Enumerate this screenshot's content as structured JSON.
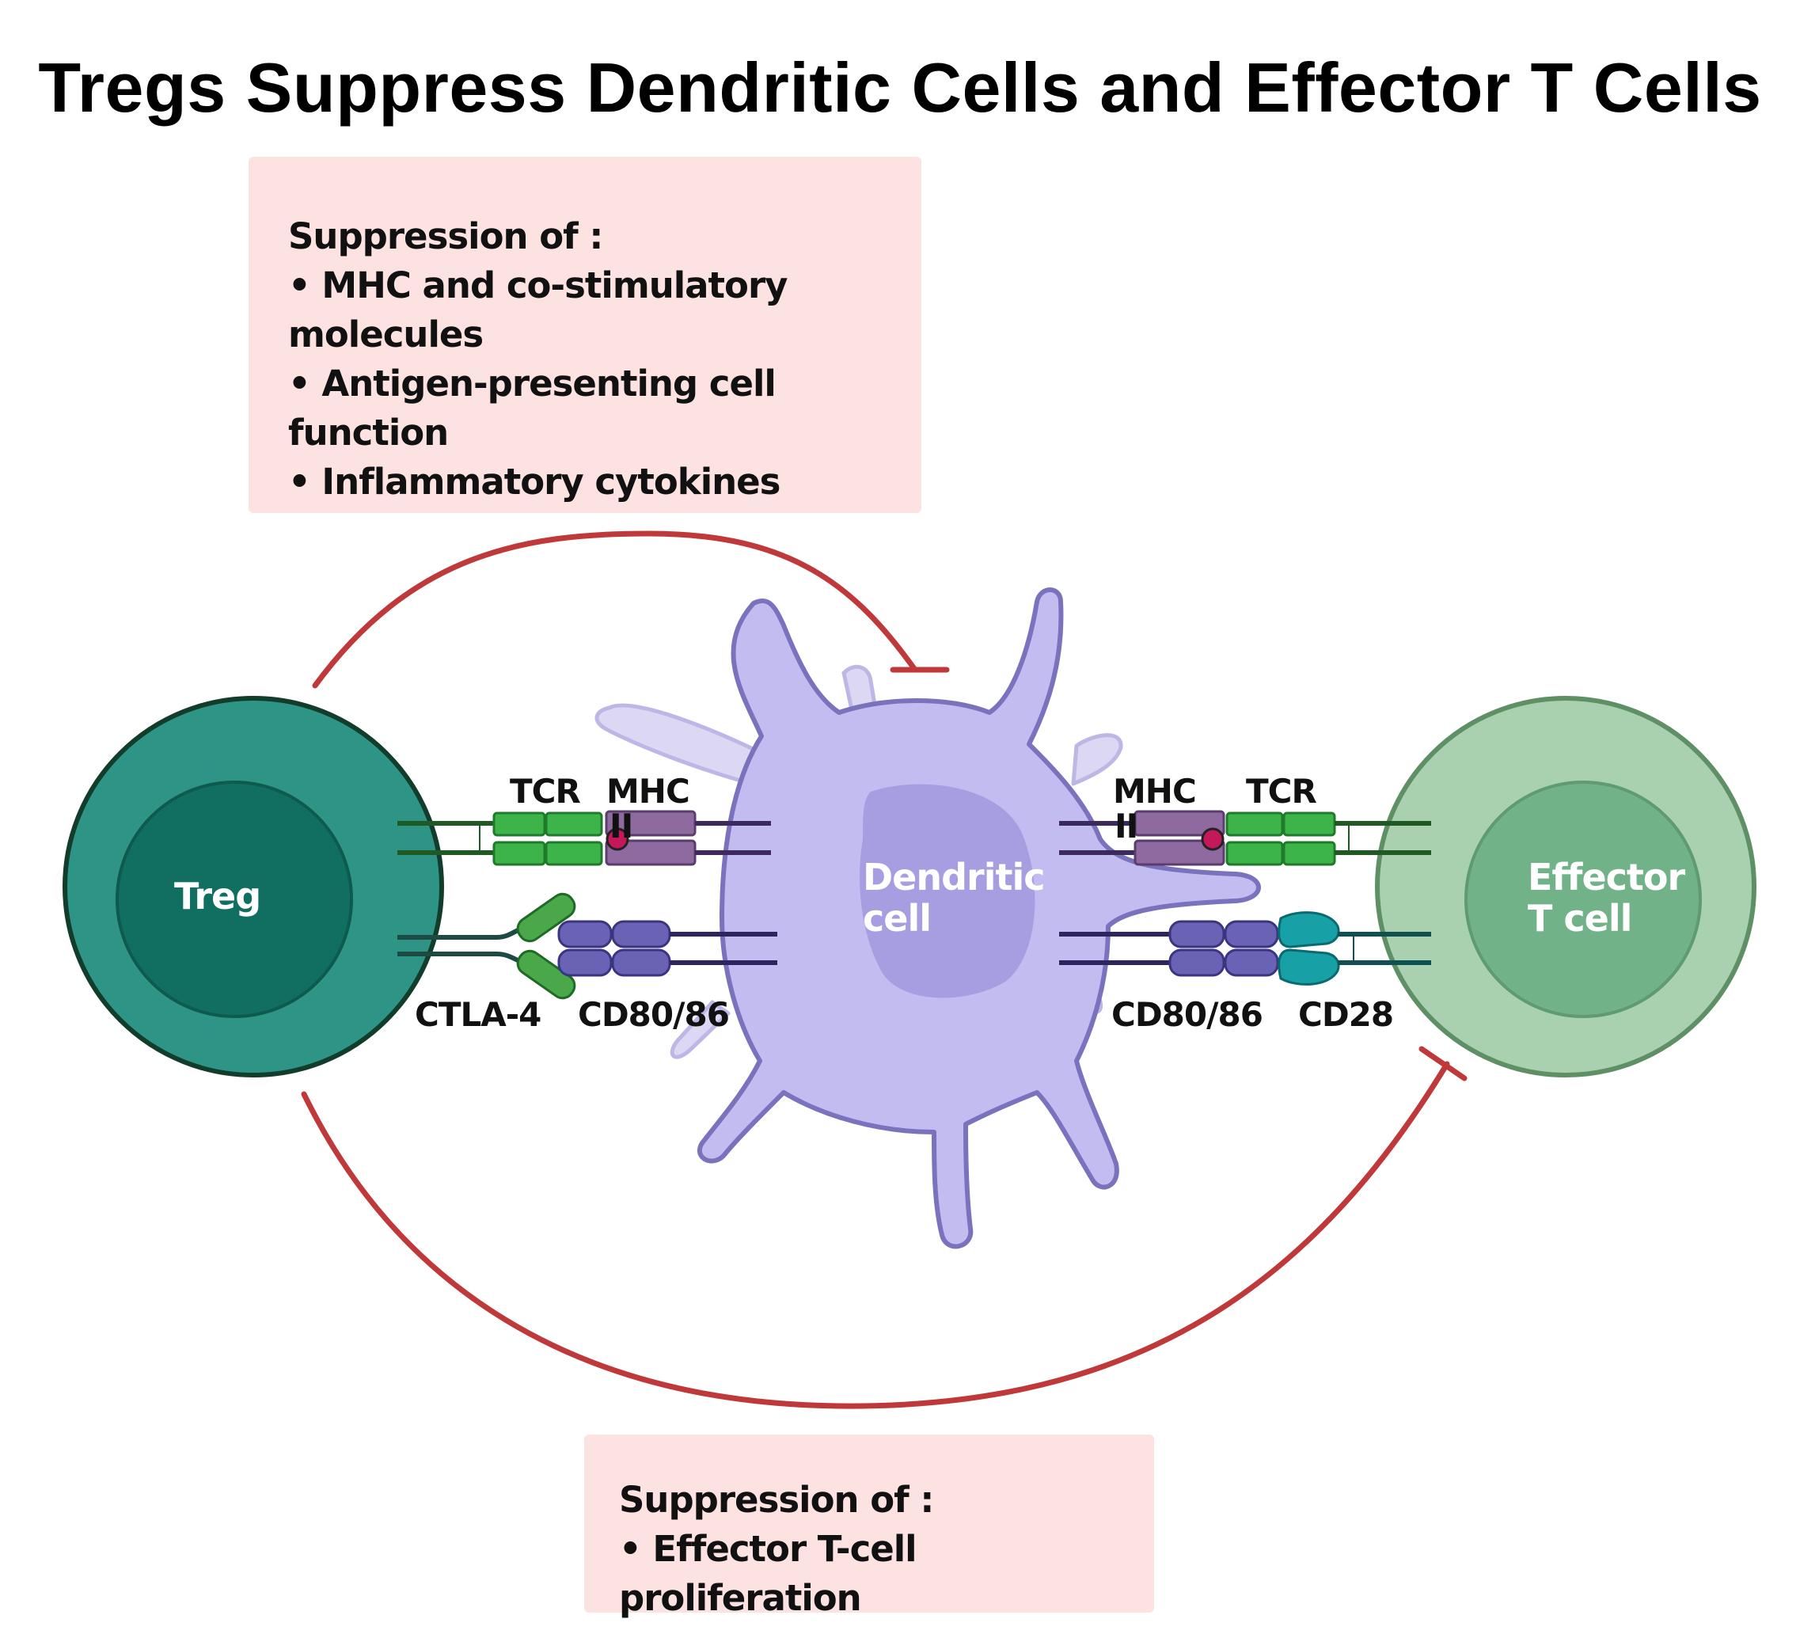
{
  "title": "Tregs Suppress Dendritic Cells and Effector T Cells",
  "dc_box": {
    "heading": "Suppression of :",
    "items": [
      "• MHC and co-stimulatory",
      "molecules",
      "• Antigen-presenting cell function",
      "• Inflammatory cytokines"
    ]
  },
  "teff_box": {
    "heading": "Suppression of :",
    "items": [
      "• Effector T-cell proliferation"
    ]
  },
  "cells": {
    "treg": "Treg",
    "dendritic_line1": "Dendritic",
    "dendritic_line2": "cell",
    "effector_line1": "Effector",
    "effector_line2": "T cell"
  },
  "molecules": {
    "left_tcr": "TCR",
    "left_mhc_line1": "MHC",
    "left_mhc_line2": "II",
    "ctla4": "CTLA-4",
    "left_cd80": "CD80/86",
    "right_mhc_line1": "MHC",
    "right_mhc_line2": "II",
    "right_tcr": "TCR",
    "right_cd80": "CD80/86",
    "cd28": "CD28"
  },
  "colors": {
    "inhibition_arc": "#c0393a",
    "treg_outer": "#2e9486",
    "treg_inner": "#106f60",
    "effector_outer": "#a9d1b0",
    "effector_inner": "#72b289",
    "dendritic": "#c3bcf1",
    "tcr": "#3db44a",
    "mhc": "#8e6aa0",
    "cd80": "#6a63b5",
    "cd28": "#17a0a5",
    "ctla4": "#4aa84a"
  }
}
